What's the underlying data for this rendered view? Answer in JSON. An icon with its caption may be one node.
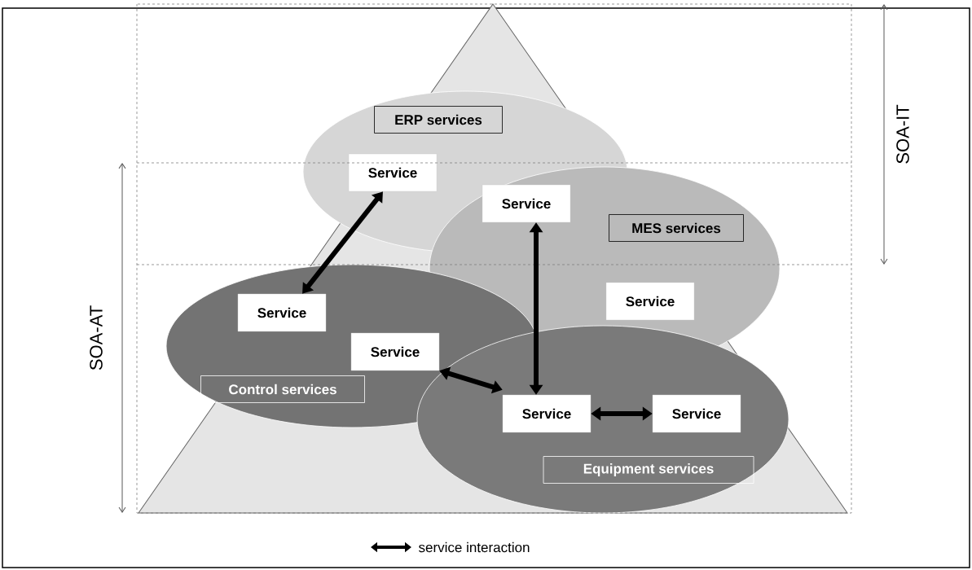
{
  "diagram": {
    "nodes": [
      {
        "text": [
          "ERP services"
        ]
      },
      {
        "text": [
          "Service"
        ],
        "in": 0
      },
      {
        "text": [
          "Service"
        ]
      },
      {
        "text": [
          "MES services"
        ]
      },
      {
        "text": [
          "Service"
        ],
        "in": 3
      },
      {
        "text": [
          "Control services"
        ]
      },
      {
        "text": [
          "Service"
        ],
        "in": 5
      },
      {
        "text": [
          "Service"
        ],
        "in": 5
      },
      {
        "text": [
          "Equipment services"
        ]
      },
      {
        "text": [
          "Service"
        ],
        "in": 8
      },
      {
        "text": [
          "Service"
        ],
        "in": 8
      }
    ],
    "edges": [
      {
        "from": 1,
        "to": 6,
        "arrow": "both"
      },
      {
        "from": 2,
        "to": 9,
        "arrow": "both"
      },
      {
        "from": 7,
        "to": 9,
        "arrow": "both"
      },
      {
        "from": 9,
        "to": 10,
        "arrow": "both"
      }
    ],
    "labels": [
      "SOA-IT",
      "SOA-AT"
    ],
    "legend": [
      {
        "text": "service interaction"
      }
    ]
  }
}
